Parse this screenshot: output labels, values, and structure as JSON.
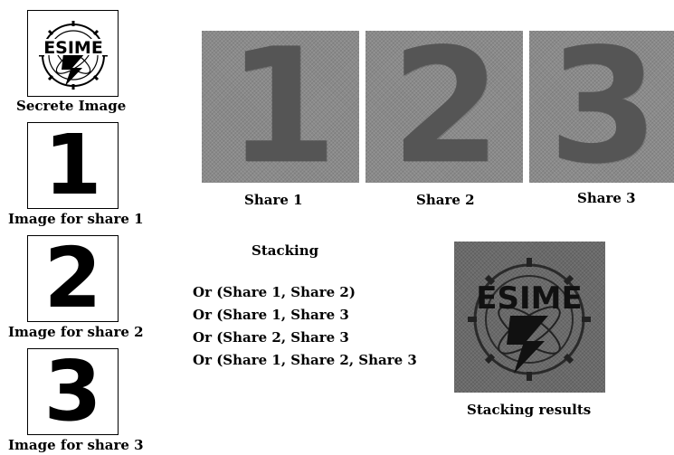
{
  "secret": {
    "logo_text": "ESIME",
    "caption": "Secrete Image"
  },
  "images": [
    {
      "digit": "1",
      "caption": "Image for share 1"
    },
    {
      "digit": "2",
      "caption": "Image for share 2"
    },
    {
      "digit": "3",
      "caption": "Image for share 3"
    }
  ],
  "shares": [
    {
      "digit": "1",
      "caption": "Share 1"
    },
    {
      "digit": "2",
      "caption": "Share 2"
    },
    {
      "digit": "3",
      "caption": "Share 3"
    }
  ],
  "stacking": {
    "title": "Stacking",
    "lines": [
      "Or (Share 1, Share 2)",
      "Or (Share 1, Share 3",
      "Or (Share 2, Share 3",
      "Or (Share 1, Share 2, Share 3"
    ]
  },
  "result": {
    "logo_text": "ESIME",
    "caption": "Stacking results"
  },
  "colors": {
    "share_gray": "#8a8a8a",
    "result_gray": "#6a6a6a"
  }
}
